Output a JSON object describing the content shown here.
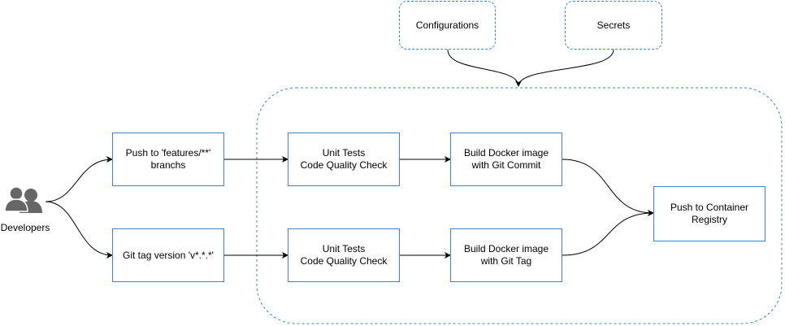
{
  "nodes": {
    "configurations": "Configurations",
    "secrets": "Secrets",
    "developers": "Developers",
    "push_features": "Push to 'features/**'\nbranchs",
    "git_tag": "Git tag version 'v*.*.*'",
    "unit_tests_top": "Unit Tests\nCode Quality Check",
    "unit_tests_bottom": "Unit Tests\nCode Quality Check",
    "build_commit": "Build Docker image\nwith Git Commit",
    "build_tag": "Build Docker image\nwith Git Tag",
    "push_registry": "Push to Container\nRegistry"
  },
  "colors": {
    "border": "#3a86c8",
    "edge": "#000000",
    "icon": "#666666"
  },
  "icons": {
    "developers": "users-icon"
  }
}
